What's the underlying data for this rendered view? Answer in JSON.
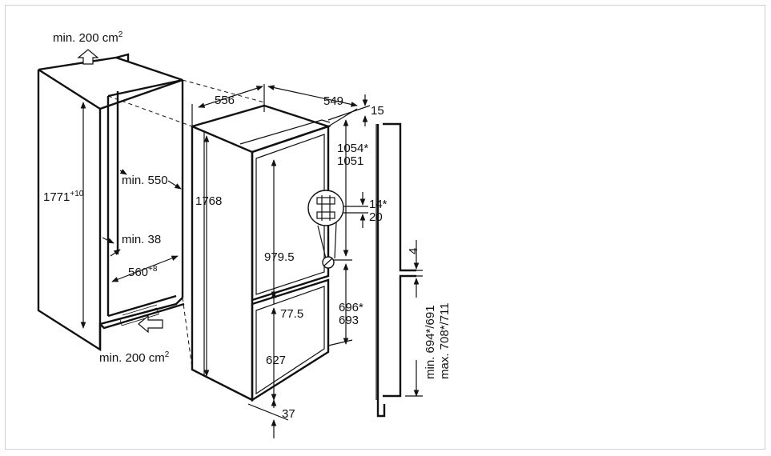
{
  "labels": {
    "vent_top": "min. 200 cm",
    "vent_top_sup": "2",
    "vent_bottom": "min. 200 cm",
    "vent_bottom_sup": "2",
    "niche_height": "1771",
    "niche_height_sup": "+10",
    "min_depth": "min. 550",
    "min_gap": "min. 38",
    "niche_width": "560",
    "niche_width_sup": "+8",
    "appliance_height": "1768",
    "appliance_width": "556",
    "appliance_depth": "549",
    "top_gap": "15",
    "upper_hinge_a": "1054*",
    "upper_hinge_b": "1051",
    "hinge_off_a": "14*",
    "hinge_off_b": "20",
    "door_upper": "979.5",
    "door_gap": "77.5",
    "door_lower": "627",
    "bottom_gap": "37",
    "lower_hinge_a": "696*",
    "lower_hinge_b": "693",
    "side_gap": "4",
    "furniture_min": "min. 694*/691",
    "furniture_max": "max. 708*/711"
  }
}
